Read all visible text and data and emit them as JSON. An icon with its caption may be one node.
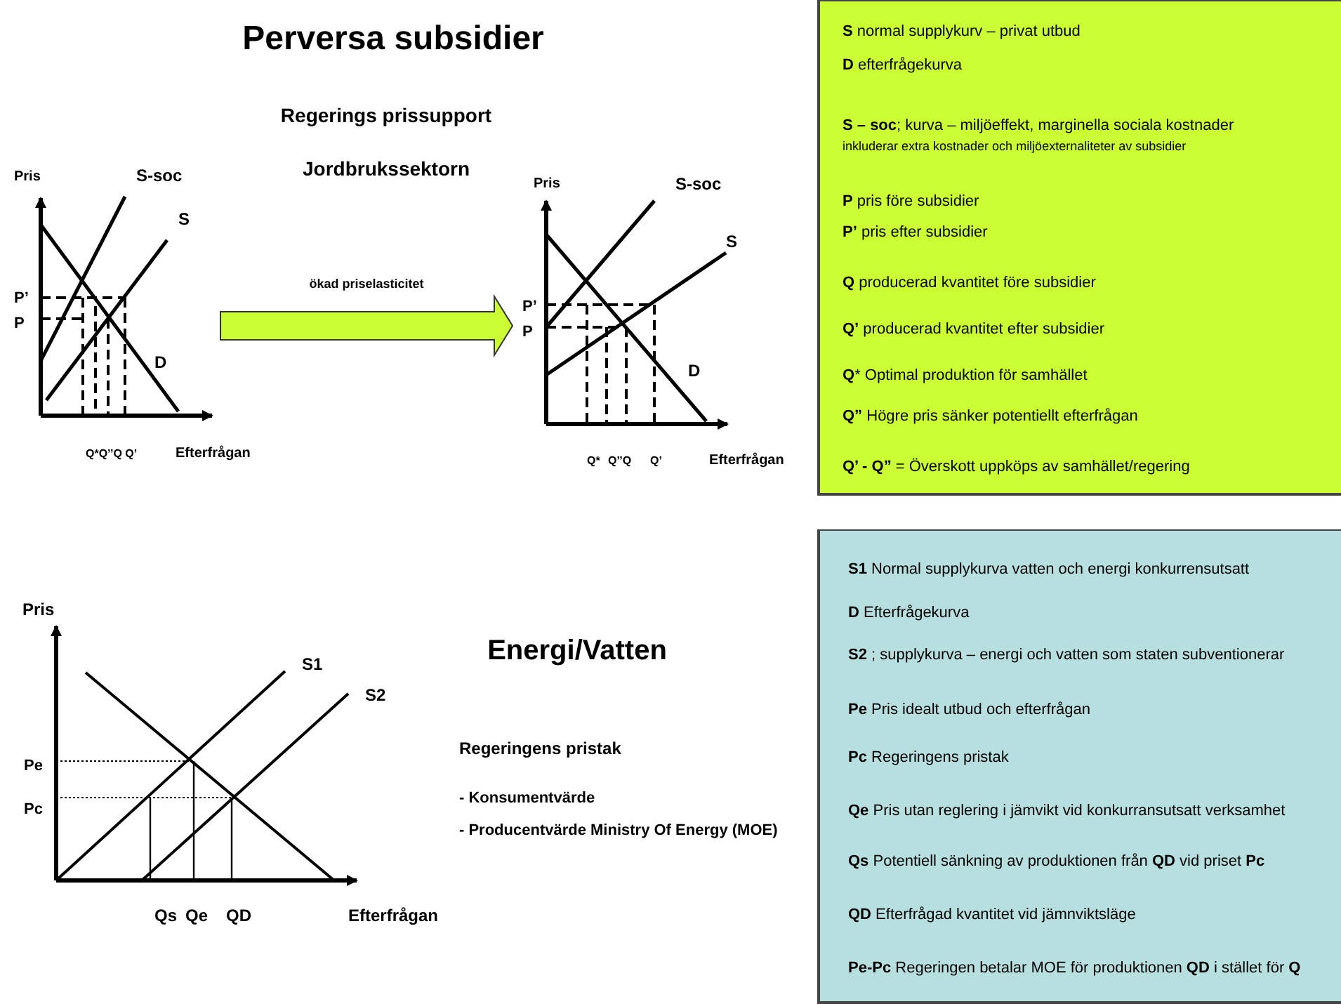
{
  "diagram": {
    "title": "Perversa subsidier",
    "nodes": [
      {
        "text": [
          "**S** normal supplykurv – privat utbud",
          "**D** efterfrågekurva",
          "**S – soc**; kurva – miljöeffekt, marginella sociala kostnader",
          "inkluderar extra kostnader och miljöexternaliteter av subsidier",
          "**P** pris före subsidier",
          "**P’** pris efter subsidier",
          "**Q** producerad kvantitet före subsidier",
          "**Q’** producerad kvantitet efter subsidier",
          "**Q*** Optimal produktion för samhället",
          "**Q”** Högre pris sänker potentiellt efterfrågan",
          "**Q’ - Q”** = Överskott uppköps av samhället/regering"
        ]
      },
      {
        "text": [
          "**S1** Normal supplykurva vatten och energi konkurrensutsatt",
          "**D** Efterfrågekurva",
          "**S2** ; supplykurva – energi och vatten som staten subventionerar",
          "**Pe**  Pris idealt utbud och efterfrågan",
          "**Pc**  Regeringens pristak",
          "**Qe**  Pris utan reglering i jämvikt vid konkurransutsatt verksamhet",
          "**Qs**  Potentiell sänkning av produktionen från **QD** vid priset **Pc**",
          "**QD**  Efterfrågad kvantitet vid jämnviktsläge",
          "**Pe-Pc** Regeringen betalar MOE för produktionen **QD** i stället för **Q**"
        ]
      },
      {
        "text": [],
        "shape": "picture"
      },
      {
        "text": [],
        "shape": "picture"
      }
    ],
    "edges": [
      {
        "from": 2,
        "to": 3,
        "arrow": "to",
        "label": "ökad priselasticitet"
      }
    ],
    "labels": [
      "Regerings prissupport",
      "Jordbrukssektorn",
      "Pris",
      "S-soc",
      "S",
      "P’",
      "P",
      "D",
      "Q*Q’’Q Q’",
      "Efterfrågan",
      "Pris",
      "S-soc",
      "S",
      "P’",
      "P",
      "D",
      "Q*",
      "Q’’Q",
      "Q’",
      "Efterfrågan",
      "Energi/Vatten",
      "Pris",
      "S1",
      "S2",
      "Pe",
      "Pc",
      "Qs",
      "Qe",
      "QD",
      "Efterfrågan",
      "Regeringens pristak",
      "- Konsumentvärde",
      "- Producentvärde Ministry Of Energy (MOE)"
    ]
  }
}
